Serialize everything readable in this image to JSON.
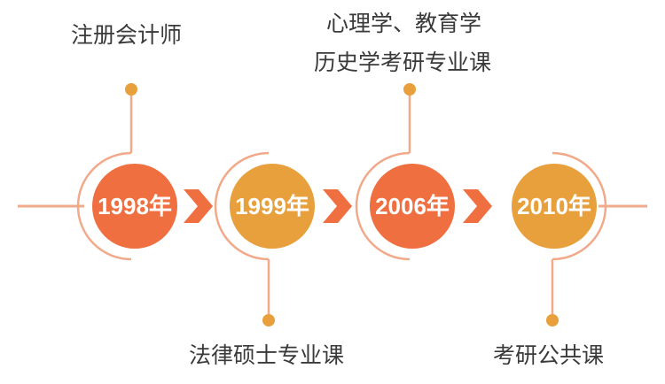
{
  "colors": {
    "orange": "#EF6F41",
    "gold": "#E8A03C",
    "line": "#F1A98A",
    "arrow": "#EF6F41",
    "text": "#3a3a3a"
  },
  "milestones": [
    {
      "year": "1998年",
      "color": "#EF6F41",
      "labels": [
        "注册会计师"
      ],
      "position": "top"
    },
    {
      "year": "1999年",
      "color": "#E8A03C",
      "labels": [
        "法律硕士专业课"
      ],
      "position": "bottom"
    },
    {
      "year": "2006年",
      "color": "#EF6F41",
      "labels": [
        "心理学、教育学",
        "历史学考研专业课"
      ],
      "position": "top"
    },
    {
      "year": "2010年",
      "color": "#E8A03C",
      "labels": [
        "考研公共课"
      ],
      "position": "bottom"
    }
  ]
}
